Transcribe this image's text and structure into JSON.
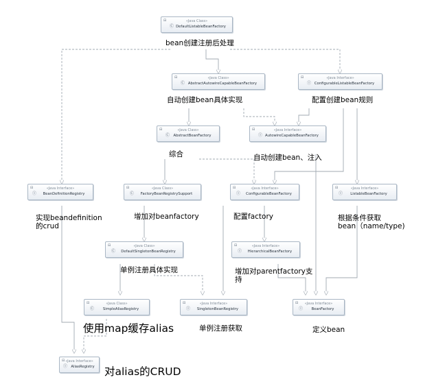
{
  "stereotypes": {
    "java_class": "«Java Class»",
    "java_interface": "«Java Interface»"
  },
  "icons": {
    "class": "class-icon",
    "interface": "interface-icon",
    "minimize": "minimize-icon"
  },
  "colors": {
    "box_border": "#a9b6c4",
    "box_fill": "#eef2f6",
    "edge": "#a0a8b2",
    "arrow_head": "#ffffff",
    "text": "#000000"
  },
  "nodes": {
    "defaultListableBeanFactory": {
      "kind": "class",
      "name": "DefaultListableBeanFactory"
    },
    "abstractAutowireCapableBeanFactory": {
      "kind": "class",
      "name": "AbstractAutowireCapableBeanFactory"
    },
    "configurableListableBeanFactory": {
      "kind": "interface",
      "name": "ConfigurableListableBeanFactory"
    },
    "abstractBeanFactory": {
      "kind": "class",
      "name": "AbstractBeanFactory"
    },
    "autowireCapableBeanFactory": {
      "kind": "interface",
      "name": "AutowireCapableBeanFactory"
    },
    "beanDefinitionRegistry": {
      "kind": "interface",
      "name": "BeanDefinitionRegistry"
    },
    "factoryBeanRegistrySupport": {
      "kind": "class",
      "name": "FactoryBeanRegistrySupport"
    },
    "configurableBeanFactory": {
      "kind": "interface",
      "name": "ConfigurableBeanFactory"
    },
    "listableBeanFactory": {
      "kind": "interface",
      "name": "ListableBeanFactory"
    },
    "defaultSingletonBeanRegistry": {
      "kind": "class",
      "name": "DefaultSingletonBeanRegistry"
    },
    "hierarchicalBeanFactory": {
      "kind": "interface",
      "name": "HierarchicalBeanFactory"
    },
    "simpleAliasRegistry": {
      "kind": "class",
      "name": "SimpleAliasRegistry"
    },
    "singletonBeanRegistry": {
      "kind": "interface",
      "name": "SingletonBeanRegistry"
    },
    "beanFactory": {
      "kind": "interface",
      "name": "BeanFactory"
    },
    "aliasRegistry": {
      "kind": "interface",
      "name": "AliasRegistry"
    }
  },
  "annotations": {
    "dlbf": "bean创建注册后处理",
    "aacbf": "自动创建bean具体实现",
    "clbf": "配置创建bean规则",
    "abf": "综合",
    "acbf": "自动创建bean、注入",
    "bdr": "实现beandefinition\n的crud",
    "fbrs": "增加对beanfactory",
    "cbf": "配置factory",
    "lbf": "根据条件获取\nbean（name/type)",
    "dsbr": "单例注册具体实现",
    "hbf": "增加对parentfactory支\n持",
    "sar": "使用map缓存alias",
    "sbr": "单例注册获取",
    "bf": "定义bean",
    "ar": "对alias的CRUD"
  }
}
